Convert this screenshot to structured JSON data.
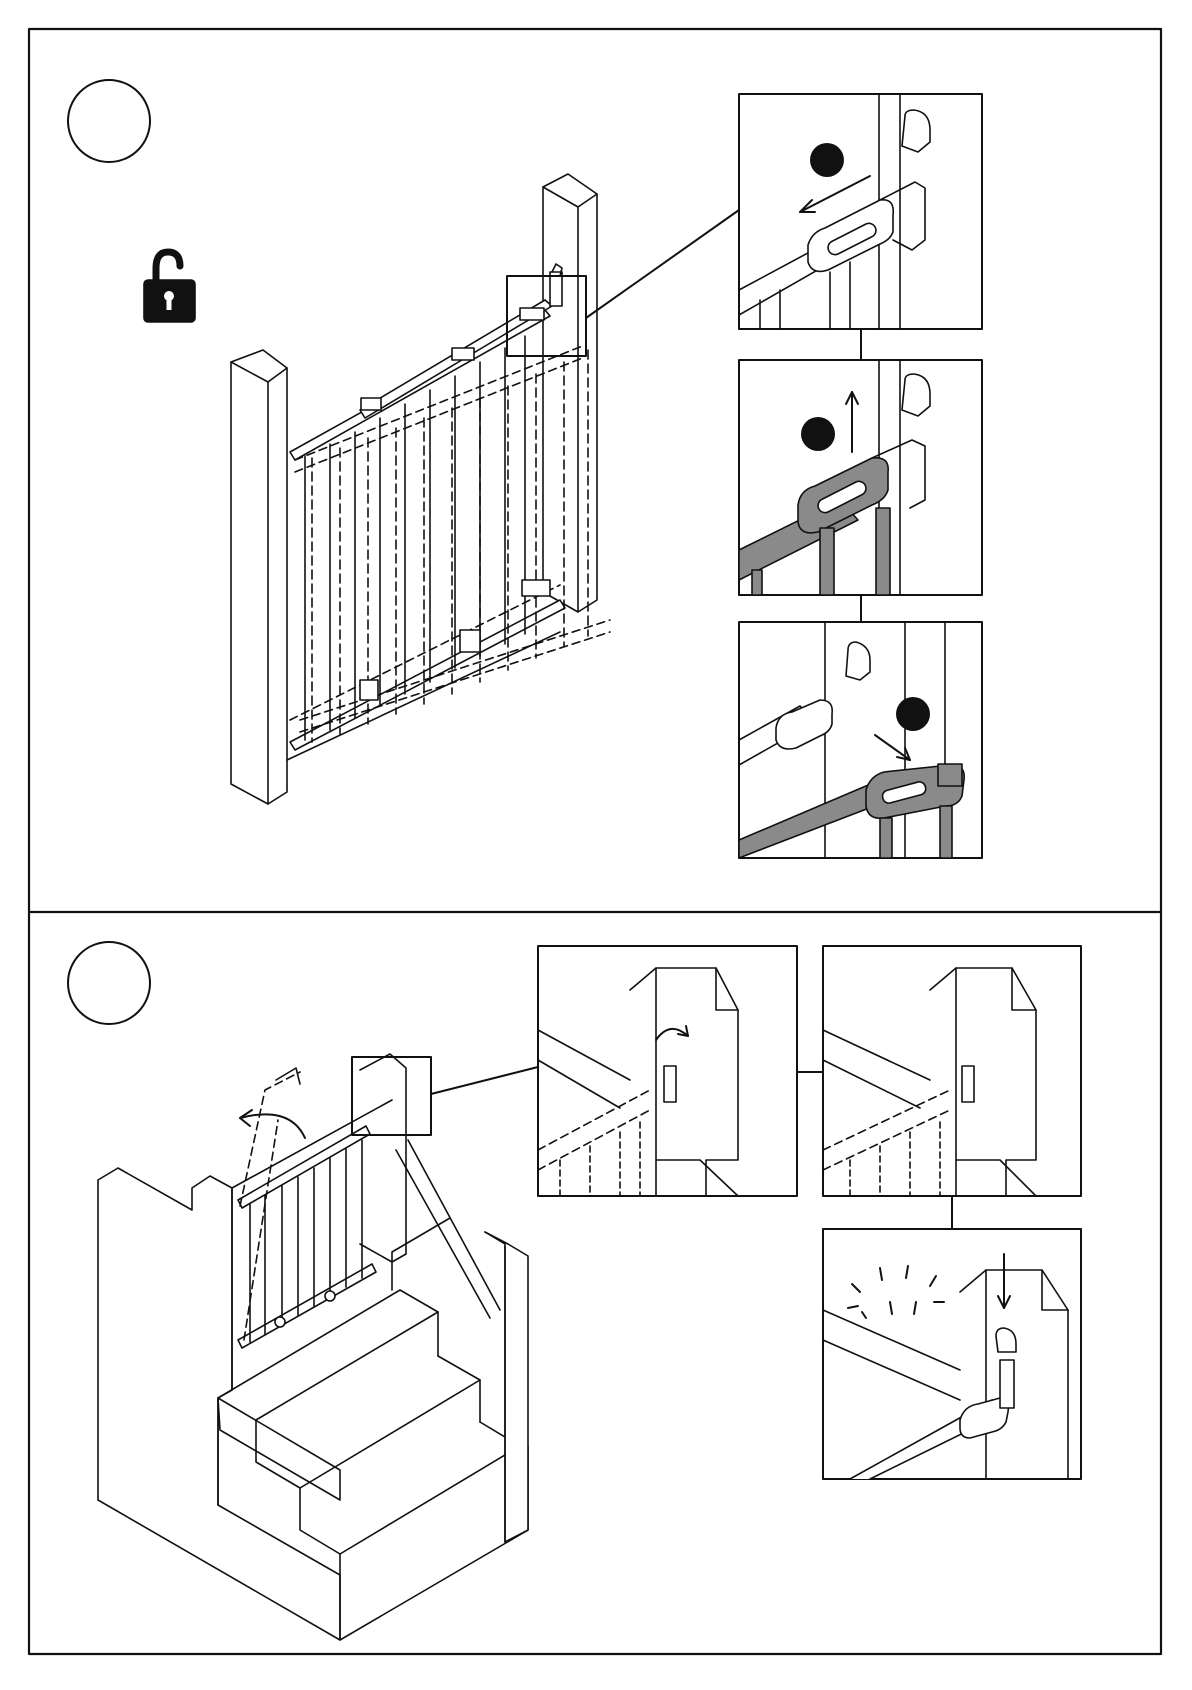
{
  "document": {
    "type": "assembly-instruction-sheet",
    "colors": {
      "ink": "#111111",
      "paper": "#ffffff",
      "part_fill": "#8a8a8a"
    }
  },
  "sections": [
    {
      "step_number": "",
      "lock_icon": "unlocked-padlock-icon",
      "detail_count": 3,
      "sub_step_markers": 3,
      "arrows": [
        "arrow-left",
        "arrow-up",
        "arrow-down-right"
      ]
    },
    {
      "step_number": "",
      "detail_count": 3,
      "arrows": [
        "swing-arrow",
        "rotate-arrow",
        "arrow-down"
      ]
    }
  ]
}
